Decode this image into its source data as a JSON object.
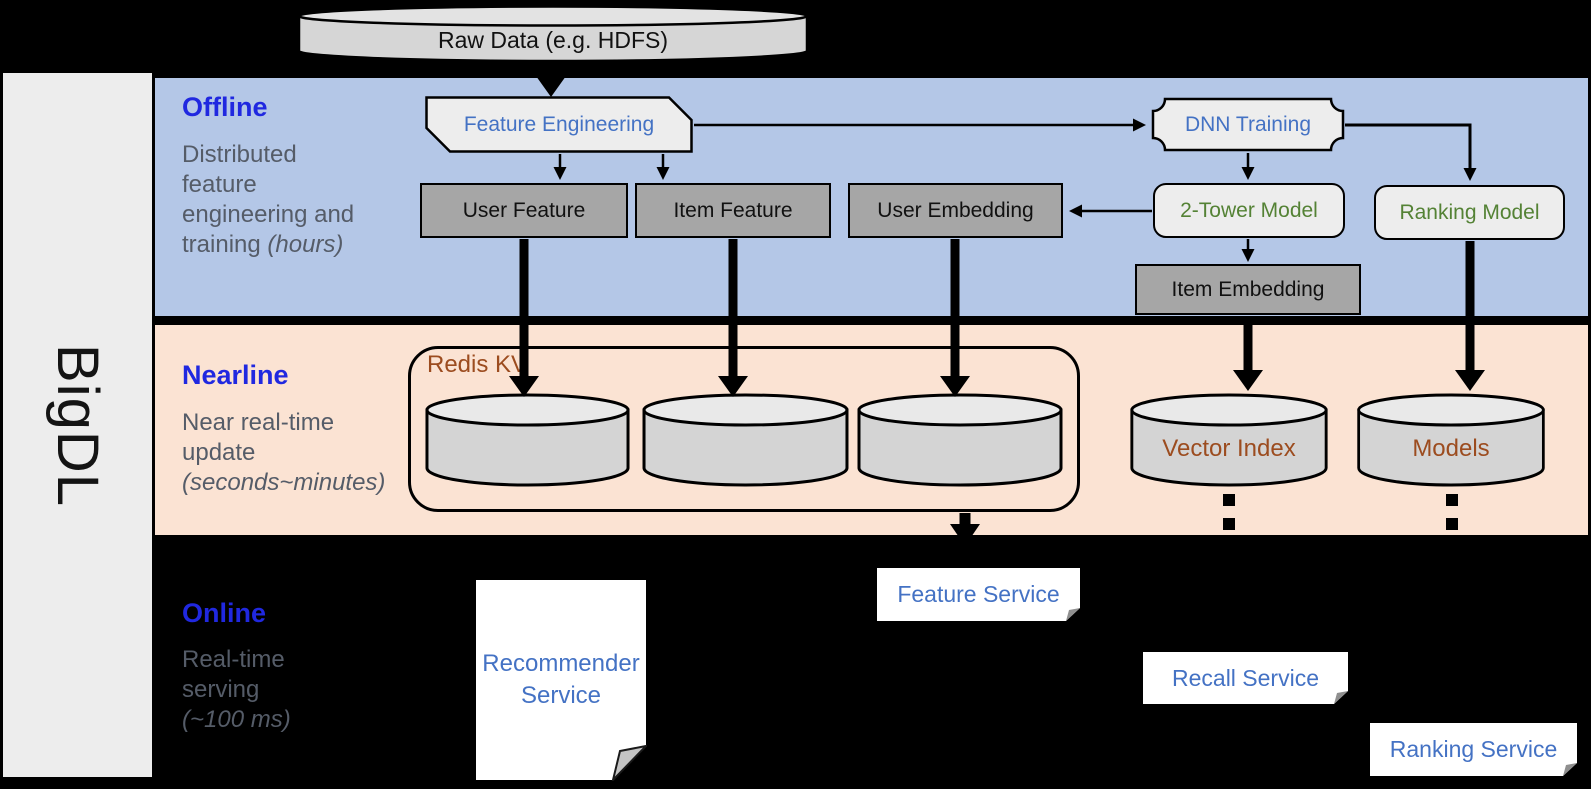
{
  "brand": {
    "label": "BigDL"
  },
  "raw_data": {
    "label": "Raw Data (e.g. HDFS)"
  },
  "offline": {
    "title": "Offline",
    "description": "Distributed feature engineering and training",
    "description_italic": "(hours)",
    "feature_engineering": "Feature Engineering",
    "dnn_training": "DNN Training",
    "user_feature": "User Feature",
    "item_feature": "Item Feature",
    "user_embedding": "User Embedding",
    "two_tower_model": "2-Tower Model",
    "ranking_model": "Ranking Model",
    "item_embedding": "Item Embedding"
  },
  "nearline": {
    "title": "Nearline",
    "description": "Near real-time update",
    "description_italic": "(seconds~minutes)",
    "redis_kv": "Redis KV",
    "vector_index": "Vector Index",
    "models": "Models"
  },
  "online": {
    "title": "Online",
    "description": "Real-time serving",
    "description_italic": "(~100 ms)",
    "recommender_service": "Recommender Service",
    "feature_service": "Feature Service",
    "recall_service": "Recall Service",
    "ranking_service": "Ranking Service"
  },
  "colors": {
    "background": "#000000",
    "offline_band": "#b4c7e7",
    "nearline_band": "#fbe3d3",
    "sidebar_gray": "#ededed",
    "section_title_blue": "#2028e0",
    "description_gray": "#555c68",
    "node_label_blue": "#4472c4",
    "model_label_green": "#548235",
    "storage_label_brown": "#9c4c1f",
    "dark_node_gray": "#a6a6a6",
    "light_node_gray": "#ededed",
    "cylinder_gray": "#d6d6d6"
  }
}
